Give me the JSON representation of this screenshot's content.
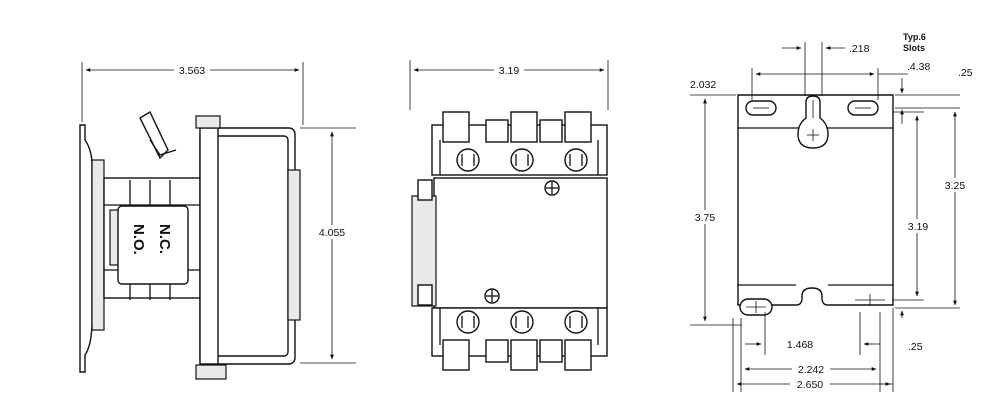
{
  "side_view": {
    "width_dim": "3.563",
    "height_dim": "4.055",
    "label_nc": "N.C.",
    "label_no": "N.O."
  },
  "front_view": {
    "width_dim": "3.19"
  },
  "mount_view": {
    "slots_note_line1": "Typ.6",
    "slots_note_line2": "Slots",
    "dim_slot_width": ".218",
    "dim_slot_diameter": ".4.38",
    "dim_top_offset": ".25",
    "dim_left_height": "2.032",
    "dim_total_height": "3.75",
    "dim_mid_height": "3.19",
    "dim_right_height": "3.25",
    "dim_bottom_offset": ".25",
    "dim_slot_spacing": "1.468",
    "dim_hole_spacing": "2.242",
    "dim_overall_width": "2.650"
  }
}
